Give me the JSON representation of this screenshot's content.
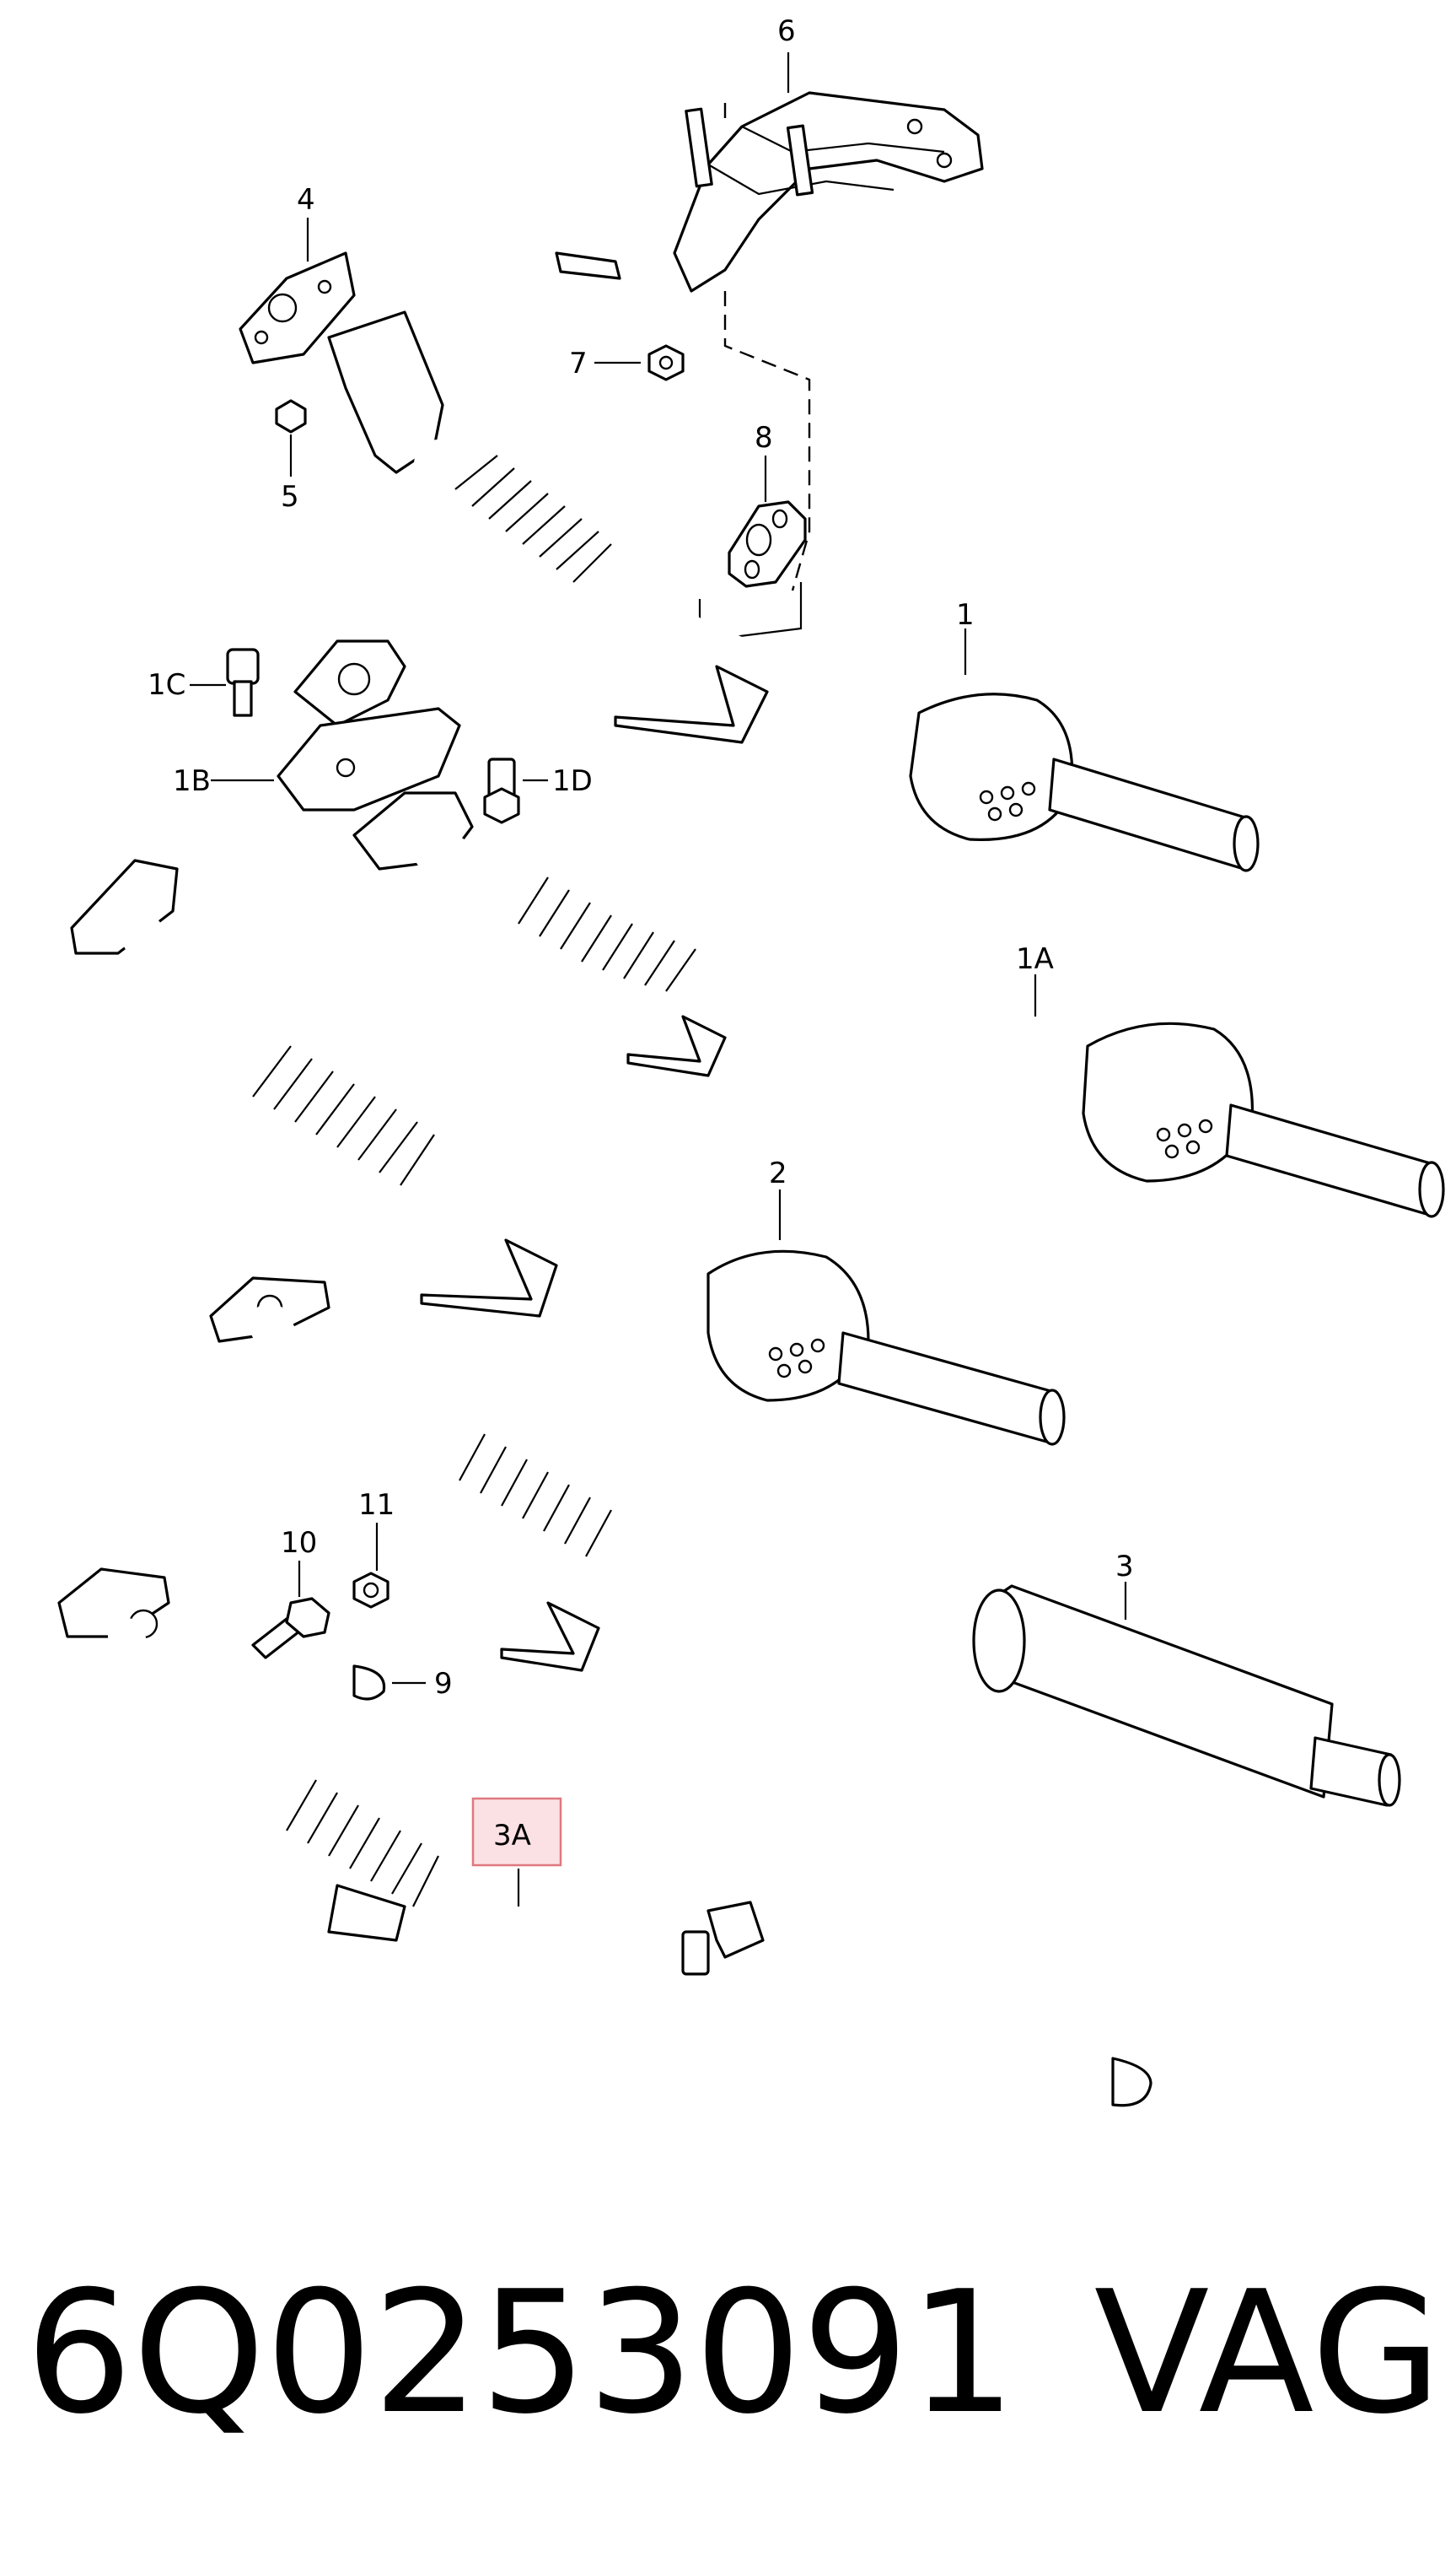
{
  "labels": {
    "l1": "1",
    "l1A": "1A",
    "l1B": "1B",
    "l1C": "1C",
    "l1D": "1D",
    "l2": "2",
    "l3": "3",
    "l3A": "3A",
    "l4": "4",
    "l5": "5",
    "l6": "6",
    "l7": "7",
    "l8": "8",
    "l9": "9",
    "l10": "10",
    "l11": "11"
  },
  "footer": {
    "part_number": "6Q0253091",
    "brand": "VAG"
  },
  "colors": {
    "highlight_fill": "#fbe1e4",
    "highlight_stroke": "#e0787f"
  }
}
